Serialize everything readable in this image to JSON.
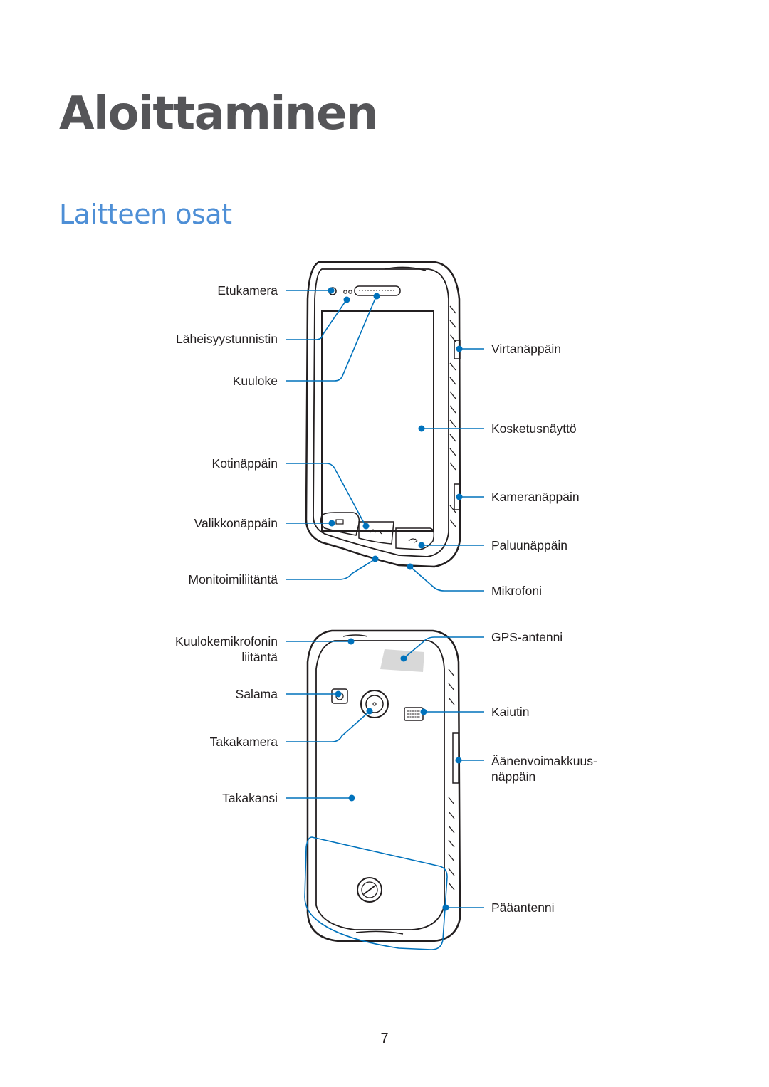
{
  "chapter_title": "Aloittaminen",
  "section_title": "Laitteen osat",
  "front_labels": {
    "front_camera": "Etukamera",
    "proximity_sensor": "Läheisyystunnistin",
    "earpiece": "Kuuloke",
    "home_key": "Kotinäppäin",
    "menu_key": "Valikkonäppäin",
    "multipurpose_jack": "Monitoimiliitäntä",
    "power_key": "Virtanäppäin",
    "touchscreen": "Kosketusnäyttö",
    "camera_key": "Kameranäppäin",
    "back_key": "Paluunäppäin",
    "microphone": "Mikrofoni"
  },
  "back_labels": {
    "headset_jack_line1": "Kuulokemikrofonin",
    "headset_jack_line2": "liitäntä",
    "flash": "Salama",
    "rear_camera": "Takakamera",
    "back_cover": "Takakansi",
    "gps_antenna": "GPS-antenni",
    "speaker": "Kaiutin",
    "volume_key_line1": "Äänenvoimakkuus-",
    "volume_key_line2": "näppäin",
    "main_antenna": "Pääantenni"
  },
  "page_number": "7",
  "colors": {
    "callout": "#0072bc",
    "title": "#555558",
    "section": "#4e8fd6"
  }
}
